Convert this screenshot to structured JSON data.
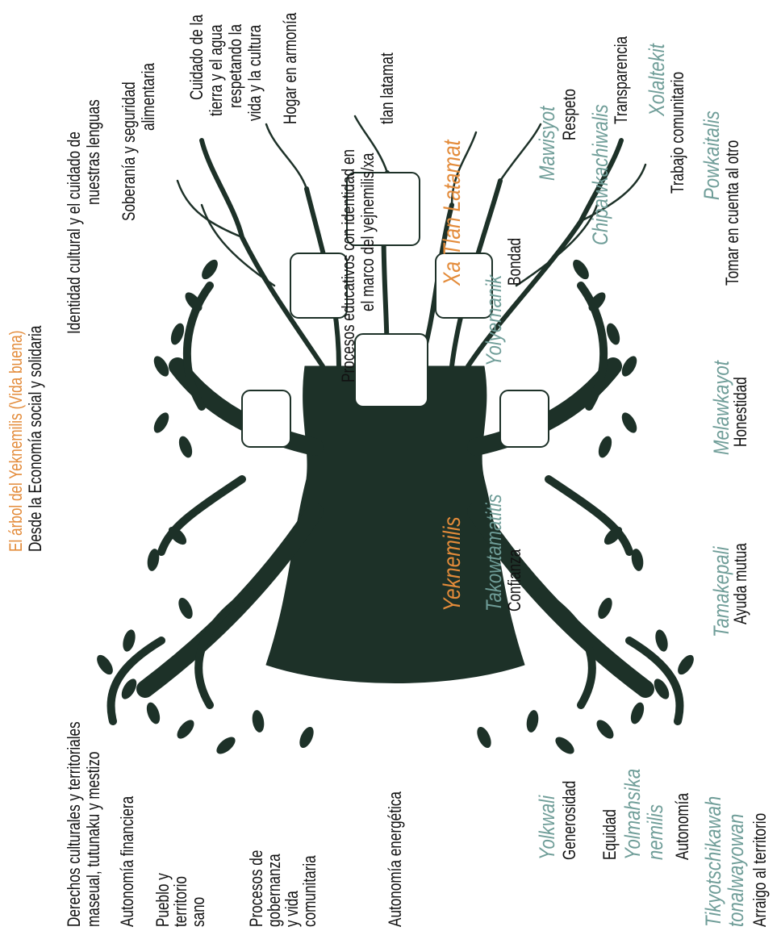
{
  "title": "El árbol del Yeknemilis (Vida buena)",
  "subtitle": "Desde la Economía social y solidaria",
  "branches_left": {
    "derechos": [
      "Derechos culturales y territoriales",
      "maseual,  tutunaku y mestizo"
    ],
    "financiera": "Autonomía financiera",
    "pueblo": [
      "Pueblo y",
      "territorio",
      "sano"
    ],
    "gobernanza": [
      "Procesos de",
      "gobernanza",
      "y vida",
      "comunitaria"
    ],
    "energetica": "Autonomía energética"
  },
  "branches_right": {
    "identidad": [
      "Identidad cultural y el cuidado de",
      "nuestras lenguas"
    ],
    "soberania": [
      "Soberanía y seguridad",
      "alimentaria"
    ],
    "cuidado": [
      "Cuidado de la",
      "tierra y el agua",
      "respetando la",
      "vida y la cultura"
    ],
    "hogar": "Hogar en armonía",
    "procesos": [
      "Procesos educativos con identidad en",
      "el marco del yejnemilis/xa",
      "tlan latamat"
    ]
  },
  "roots_left_heading": "Yeknemilis",
  "roots_right_heading": "Xa Tlan Latamat",
  "values": [
    {
      "nahuat": "Takowtamatitis",
      "spanish": "Confianza"
    },
    {
      "nahuat": "Yolkwali",
      "spanish": "Generosidad"
    },
    {
      "nahuat": "",
      "spanish": "Equidad"
    },
    {
      "nahuat": "Yolmahsika nemilis",
      "spanish": "Autonomía"
    },
    {
      "nahuat": "Tikyotschikawah tonalwayowan",
      "spanish": "Arraigo al territorio"
    },
    {
      "nahuat": "Tamakepali",
      "spanish": "Ayuda mutua"
    },
    {
      "nahuat": "Melawkayot",
      "spanish": "Honestidad"
    },
    {
      "nahuat": "Yolyemanik",
      "spanish": "Bondad"
    },
    {
      "nahuat": "Mawisyot",
      "spanish": "Respeto"
    },
    {
      "nahuat": "Chipawkachiwalis",
      "spanish": "Transparencia"
    },
    {
      "nahuat": "Xolaltekit",
      "spanish": "Trabajo comunitario"
    },
    {
      "nahuat": "Powkaitalis",
      "spanish": "Tomar en cuenta al otro"
    }
  ],
  "colors": {
    "title": "#e38b3a",
    "nahuat": "#6f9d98",
    "tree": "#1d3128",
    "text": "#111111"
  }
}
